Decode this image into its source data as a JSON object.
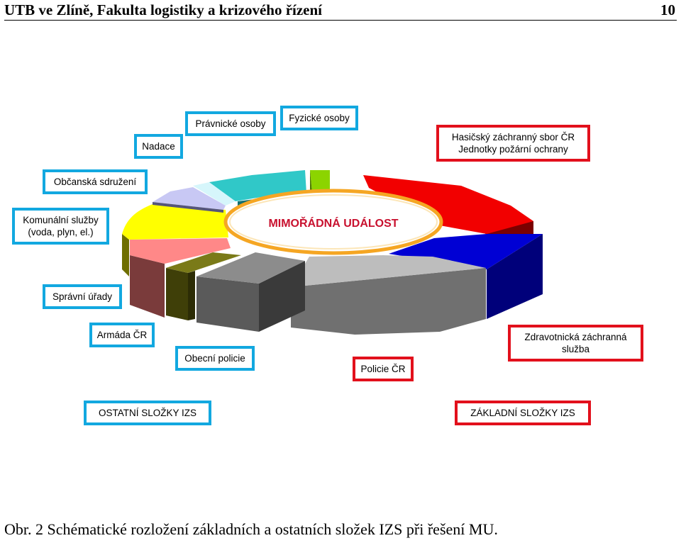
{
  "header": {
    "title": "UTB ve Zlíně, Fakulta logistiky a krizového řízení",
    "page_number": "10"
  },
  "diagram": {
    "center_label": "MIMOŘÁDNÁ UDÁLOST",
    "basic_group_label": "ZÁKLADNÍ SLOŽKY IZS",
    "other_group_label": "OSTATNÍ SLOŽKY IZS",
    "basic_components": {
      "hzs_line1": "Hasičský záchranný sbor ČR",
      "hzs_line2": "Jednotky požární ochrany",
      "zzs_line1": "Zdravotnická záchranná",
      "zzs_line2": "služba",
      "policie_cr": "Policie ČR"
    },
    "other_components": {
      "fyzicke_osoby": "Fyzické osoby",
      "pravnicke_osoby": "Právnické osoby",
      "nadace": "Nadace",
      "obcanska_sdruzeni": "Občanská sdružení",
      "komunalni_line1": "Komunální služby",
      "komunalni_line2": "(voda, plyn, el.)",
      "spravni_urady": "Správní úřady",
      "armada_cr": "Armáda ČR",
      "obecni_policie": "Obecní policie"
    },
    "colors": {
      "basic_border": "#e2101c",
      "other_border": "#12a8e0",
      "center_ellipse_border": "#f5a623",
      "center_text": "#c8102e"
    }
  },
  "caption": "Obr. 2 Schématické rozložení  základních a ostatních složek IZS při řešení MU."
}
